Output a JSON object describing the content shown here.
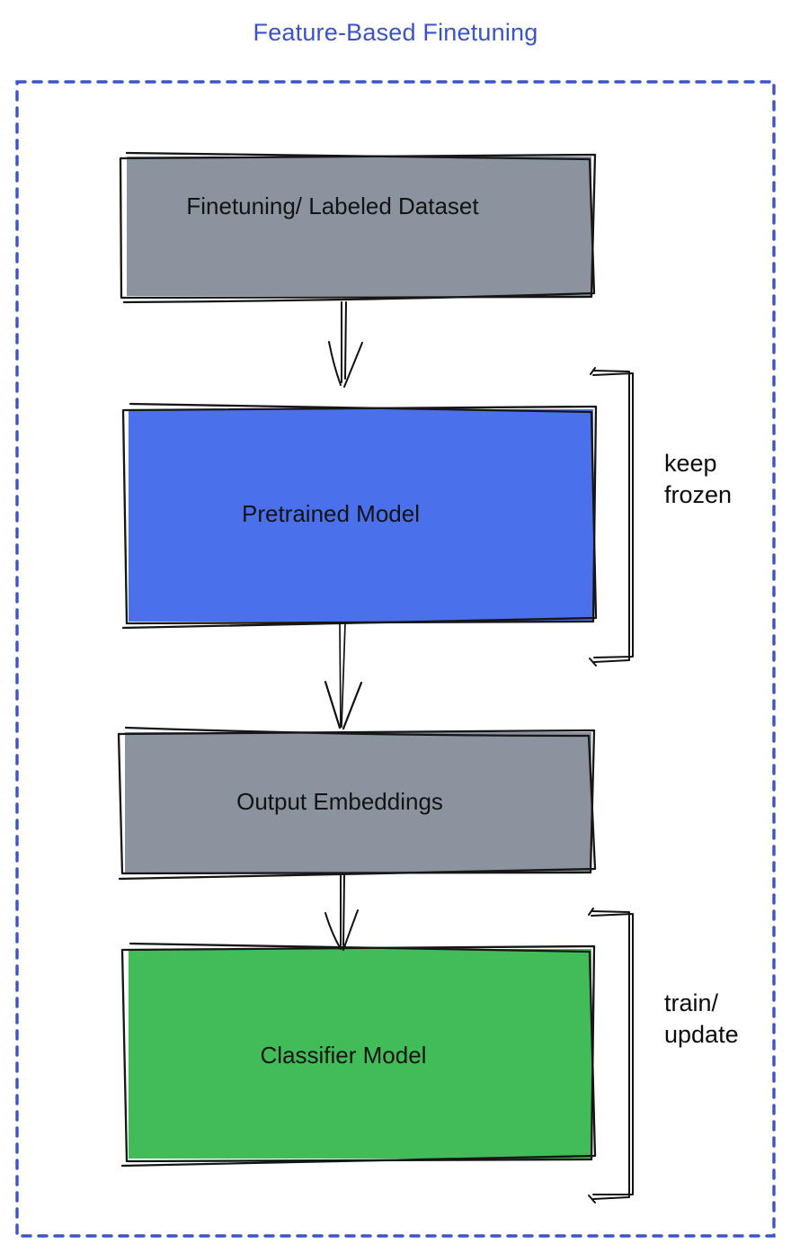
{
  "title": "Feature-Based Finetuning",
  "colors": {
    "title_blue": "#3B52C9",
    "border_blue": "#3D53C9",
    "box_gray": "#8A939E",
    "box_blue": "#4B70EC",
    "box_green": "#41BC58",
    "stroke_black": "#161616"
  },
  "boxes": [
    {
      "label": "Finetuning/ Labeled Dataset"
    },
    {
      "label": "Pretrained Model"
    },
    {
      "label": "Output Embeddings"
    },
    {
      "label": "Classifier Model"
    }
  ],
  "annotations": {
    "keep_frozen": "keep\nfrozen",
    "train_update": "train/\nupdate"
  }
}
